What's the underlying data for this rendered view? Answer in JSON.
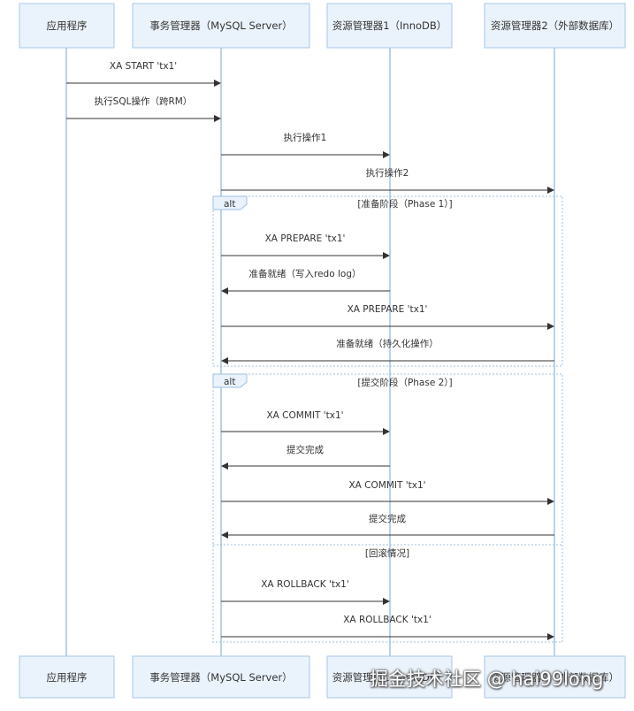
{
  "participants": [
    {
      "id": "app",
      "label": "应用程序"
    },
    {
      "id": "tm",
      "label": "事务管理器（MySQL Server）"
    },
    {
      "id": "rm1",
      "label": "资源管理器1（InnoDB）"
    },
    {
      "id": "rm2",
      "label": "资源管理器2（外部数据库）"
    }
  ],
  "messages": [
    {
      "from": "app",
      "to": "tm",
      "label": "XA START 'tx1'"
    },
    {
      "from": "app",
      "to": "tm",
      "label": "执行SQL操作（跨RM）"
    },
    {
      "from": "tm",
      "to": "rm1",
      "label": "执行操作1"
    },
    {
      "from": "tm",
      "to": "rm2",
      "label": "执行操作2"
    },
    {
      "from": "tm",
      "to": "rm1",
      "label": "XA PREPARE 'tx1'"
    },
    {
      "from": "rm1",
      "to": "tm",
      "label": "准备就绪（写入redo log）"
    },
    {
      "from": "tm",
      "to": "rm2",
      "label": "XA PREPARE 'tx1'"
    },
    {
      "from": "rm2",
      "to": "tm",
      "label": "准备就绪（持久化操作）"
    },
    {
      "from": "tm",
      "to": "rm1",
      "label": "XA COMMIT 'tx1'"
    },
    {
      "from": "rm1",
      "to": "tm",
      "label": "提交完成"
    },
    {
      "from": "tm",
      "to": "rm2",
      "label": "XA COMMIT 'tx1'"
    },
    {
      "from": "rm2",
      "to": "tm",
      "label": "提交完成"
    },
    {
      "from": "tm",
      "to": "rm1",
      "label": "XA ROLLBACK 'tx1'"
    },
    {
      "from": "tm",
      "to": "rm2",
      "label": "XA ROLLBACK 'tx1'"
    }
  ],
  "fragments": [
    {
      "keyword": "alt",
      "condition": "[准备阶段（Phase 1）]",
      "else_condition": ""
    },
    {
      "keyword": "alt",
      "condition": "[提交阶段（Phase 2）]",
      "else_condition": "[回滚情况]"
    }
  ],
  "watermark": "掘金技术社区 @ hai99long",
  "colors": {
    "box_fill": "#eaf2fb",
    "box_stroke": "#a7c8ea",
    "lifeline": "#8fb5dd",
    "arrow": "#333333"
  }
}
